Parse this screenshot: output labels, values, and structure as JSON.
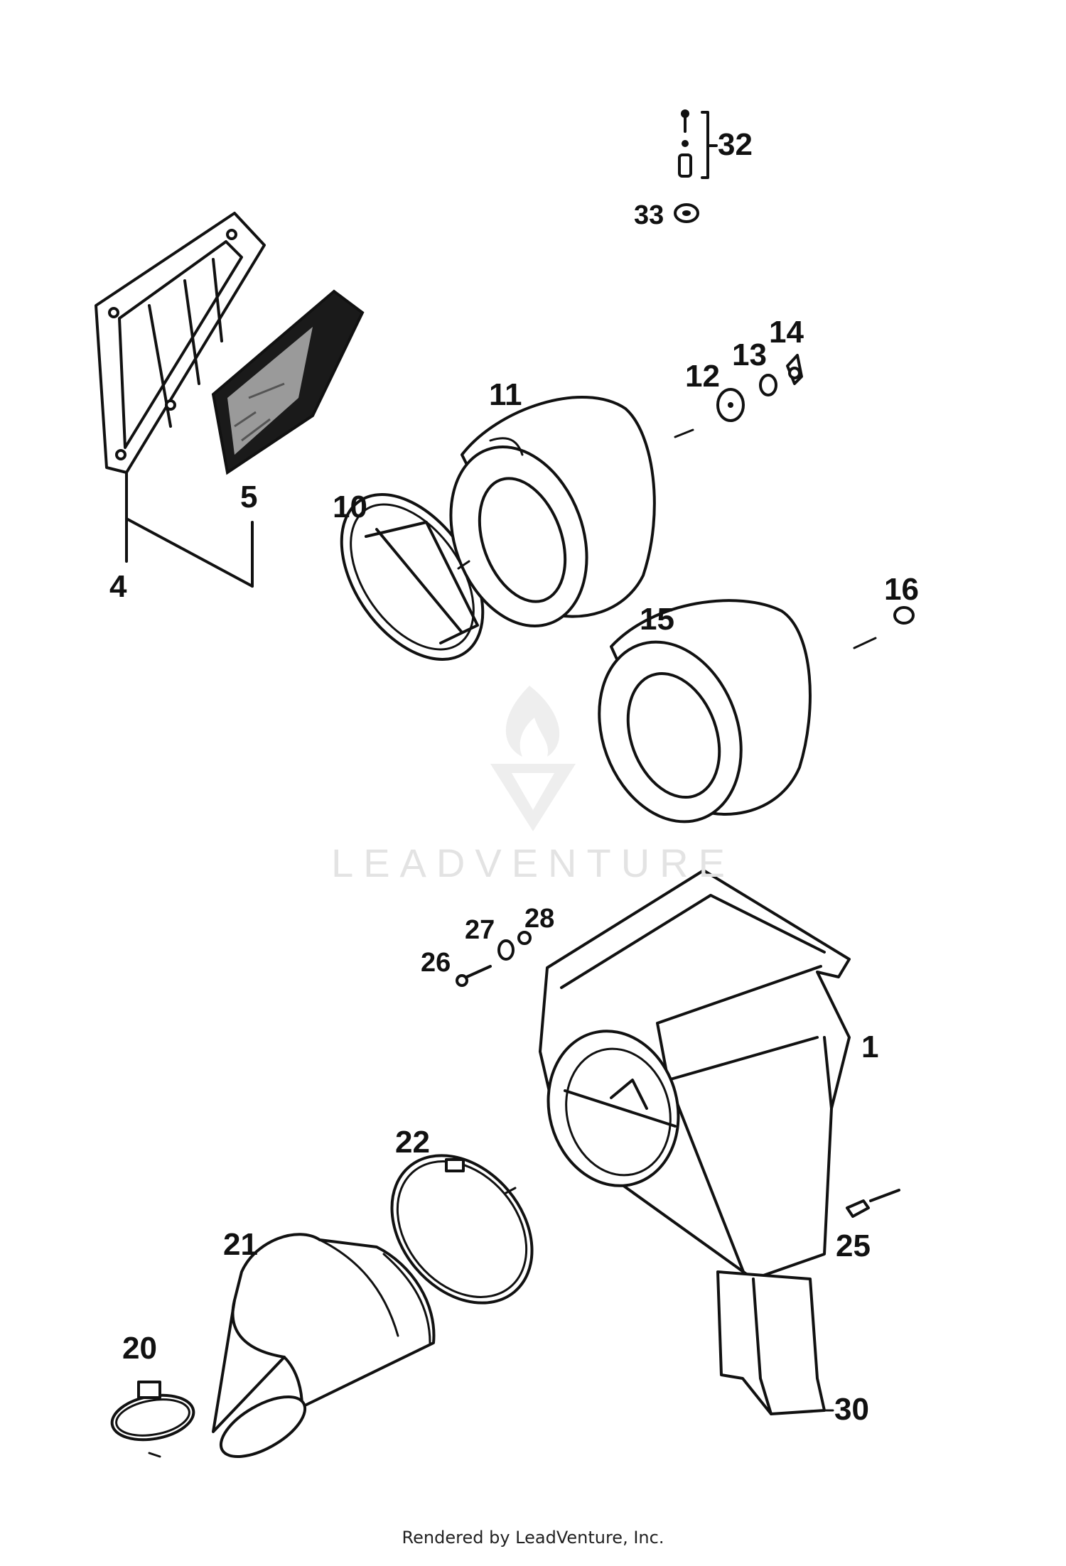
{
  "watermark": {
    "brand": "LEADVENTURE"
  },
  "footer": {
    "text": "Rendered by LeadVenture, Inc."
  },
  "part_numbers": {
    "p1": "1",
    "p4": "4",
    "p5": "5",
    "p10": "10",
    "p11": "11",
    "p12": "12",
    "p13": "13",
    "p14": "14",
    "p15": "15",
    "p16": "16",
    "p20": "20",
    "p21": "21",
    "p22": "22",
    "p25": "25",
    "p26": "26",
    "p27": "27",
    "p28": "28",
    "p30": "30",
    "p32": "32",
    "p33": "33"
  }
}
